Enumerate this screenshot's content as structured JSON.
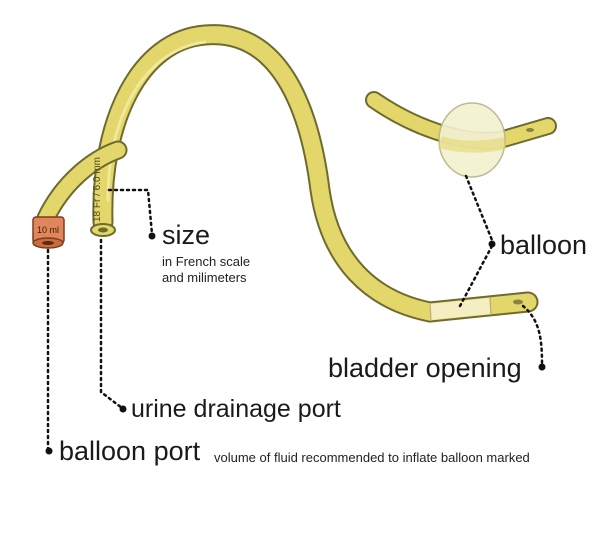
{
  "catheter": {
    "port_marking": "10 ml",
    "shaft_marking": "18 Fr / 6.0 mm"
  },
  "labels": {
    "size": {
      "title": "size",
      "description_line1": "in French scale",
      "description_line2": "and milimeters"
    },
    "balloon": {
      "title": "balloon"
    },
    "bladder_opening": {
      "title": "bladder opening"
    },
    "urine_drainage_port": {
      "title": "urine drainage port"
    },
    "balloon_port": {
      "title": "balloon port",
      "description": "volume of fluid recommended to inflate balloon marked"
    }
  },
  "colors": {
    "tube_fill": "#e3d66b",
    "tube_stroke": "#6f6a2e",
    "tip_fill": "#ece39a",
    "port_cap": "#e0865a",
    "balloon_fill": "#f3f1cf",
    "leader_line": "#111111"
  }
}
